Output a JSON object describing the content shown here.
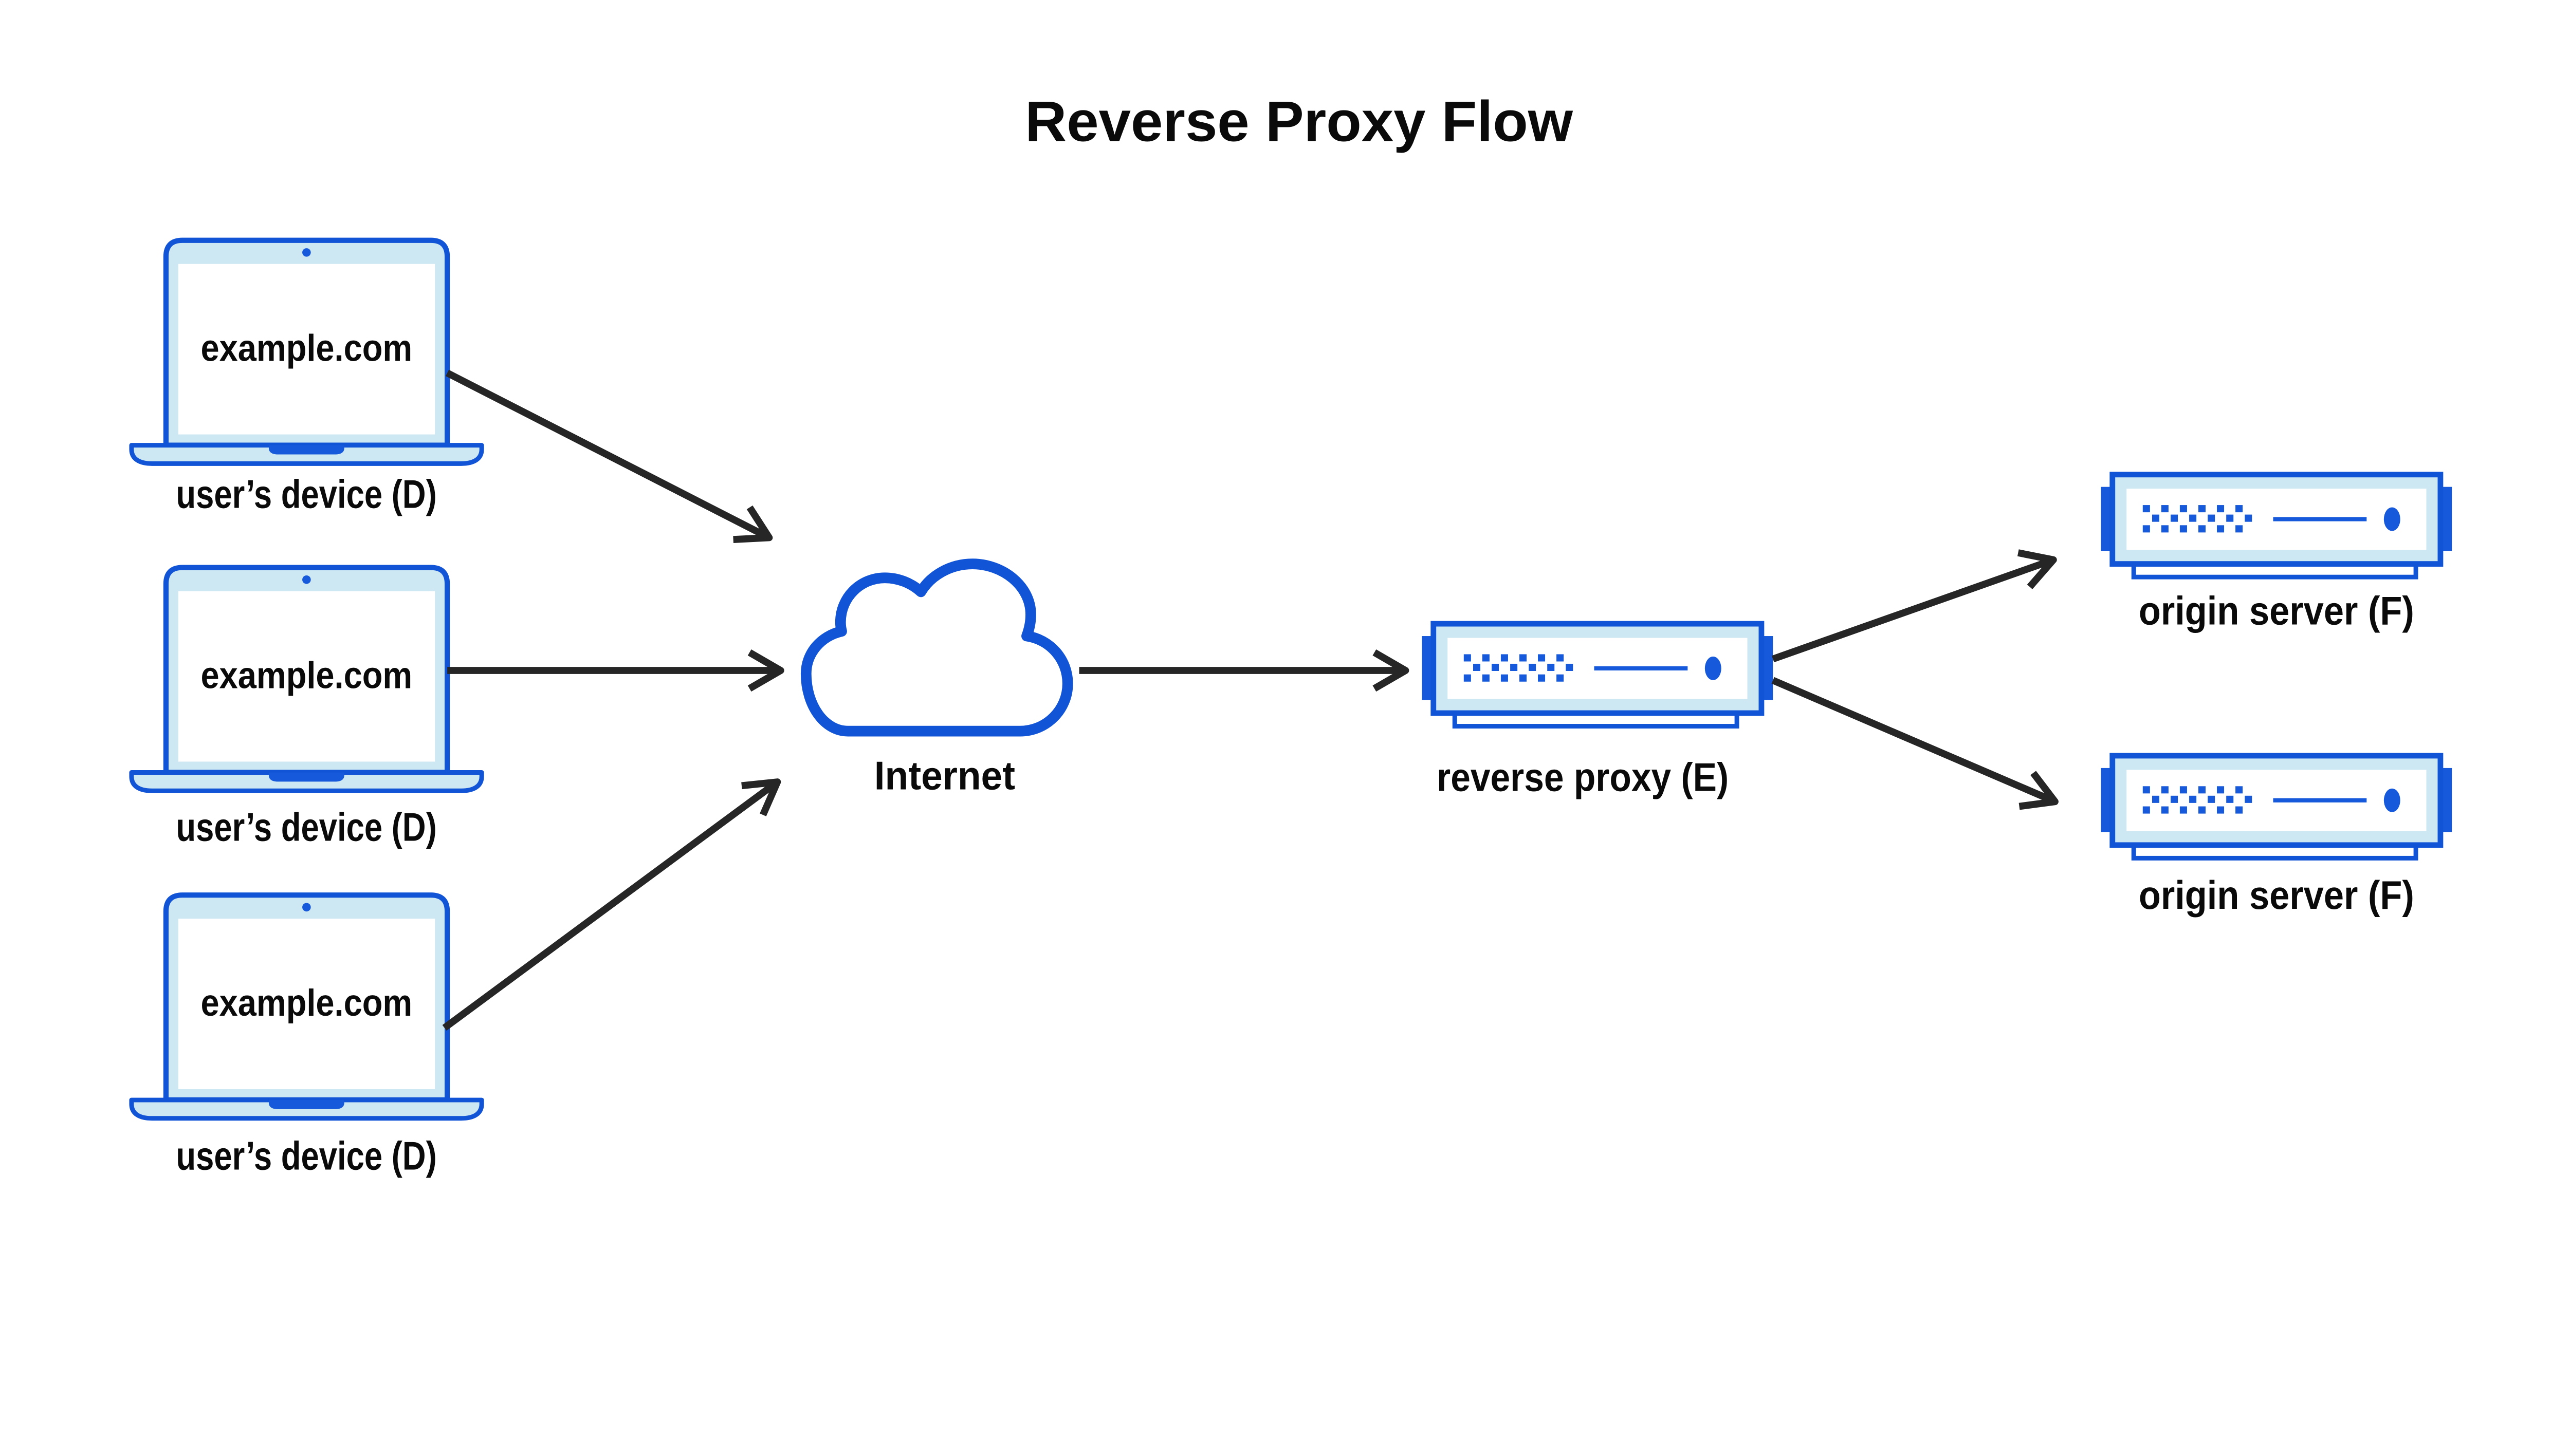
{
  "title": "Reverse Proxy Flow",
  "devices": [
    {
      "screen_text": "example.com",
      "label": "user’s device (D)"
    },
    {
      "screen_text": "example.com",
      "label": "user’s device (D)"
    },
    {
      "screen_text": "example.com",
      "label": "user’s device (D)"
    }
  ],
  "internet": {
    "label": "Internet"
  },
  "reverse_proxy": {
    "label": "reverse proxy (E)"
  },
  "origin_servers": [
    {
      "label": "origin server (F)"
    },
    {
      "label": "origin server (F)"
    }
  ],
  "icons": {
    "user_device": "laptop-icon",
    "internet": "cloud-icon",
    "reverse_proxy": "server-icon",
    "origin_server": "server-icon",
    "connector": "arrow-icon"
  },
  "colors": {
    "outline_blue": "#1254d6",
    "accent_blue": "#1659da",
    "light_blue_fill": "#cde8f2",
    "arrow_dark": "#262626",
    "text": "#0a0a0a",
    "background": "#ffffff"
  }
}
